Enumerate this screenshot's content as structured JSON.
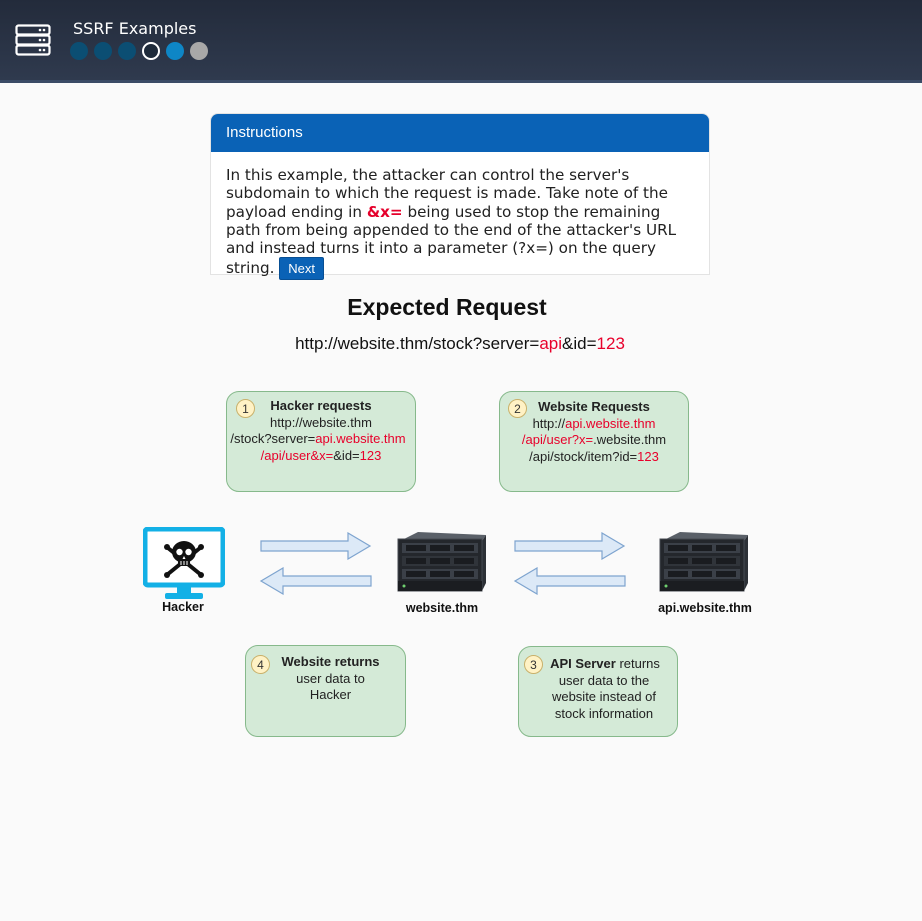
{
  "header": {
    "title": "SSRF Examples",
    "progress_dots": [
      "done",
      "done",
      "done",
      "current",
      "active",
      "todo"
    ]
  },
  "instructions": {
    "heading": "Instructions",
    "text_1": "In this example, the attacker can control the server's subdomain to which the request is made. Take note of the payload ending in",
    "highlight": "&x=",
    "text_2": "being used to stop the remaining path from being appended to the end of the attacker's URL and instead turns it into a parameter (?x=) on the query string.",
    "next_label": "Next"
  },
  "diagram": {
    "title": "Expected Request",
    "expected_url": {
      "prefix": "http://website.thm/stock?server=",
      "server": "api",
      "mid": "&id=",
      "id": "123"
    },
    "nodes": {
      "hacker": "Hacker",
      "website": "website.thm",
      "api": "api.website.thm"
    },
    "steps": {
      "s1": {
        "num": "1",
        "title": "Hacker requests",
        "line1": "http://website.thm",
        "line2_black": "/stock?server=",
        "line2_red": "api.website.thm",
        "line3_red": "/api/user&x=",
        "line3_black": "&id=",
        "line3_red2": "123"
      },
      "s2": {
        "num": "2",
        "title": "Website Requests",
        "line1_black": "http://",
        "line1_red": "api.website.thm",
        "line2_red": "/api/user?x=",
        "line2_black": ".website.thm",
        "line3_black": "/api/stock/item?id=",
        "line3_red": "123"
      },
      "s3": {
        "num": "3",
        "title": "API Server",
        "title_rest": "returns",
        "line2": "user data to the",
        "line3": "website instead of",
        "line4": "stock information"
      },
      "s4": {
        "num": "4",
        "title": "Website returns",
        "line2": "user data to",
        "line3": "Hacker"
      }
    }
  },
  "colors": {
    "header_bg": "#232b3b",
    "accent_blue": "#0a62b6",
    "payload_red": "#e8002b",
    "step_box_fill": "#d4ead7",
    "monitor_cyan": "#13b0e6"
  }
}
